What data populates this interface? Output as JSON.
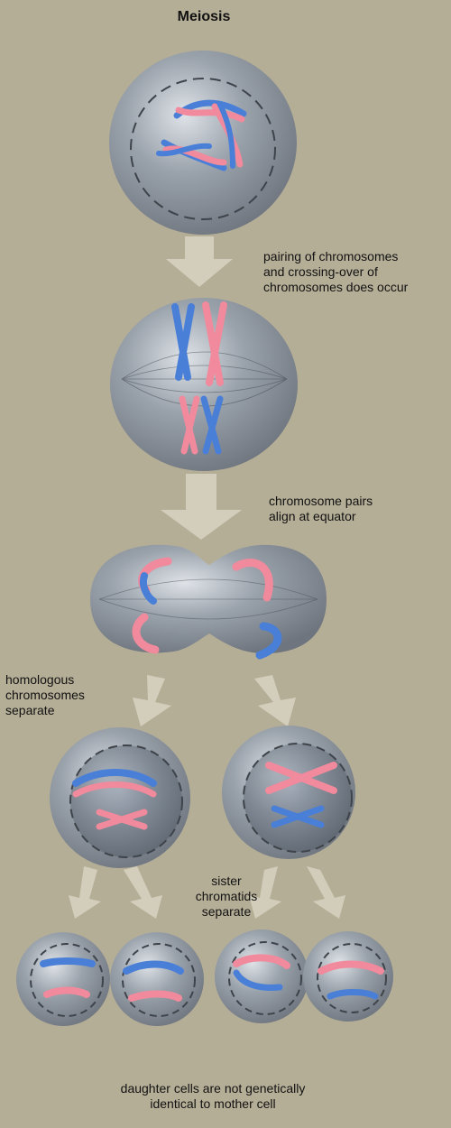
{
  "title": "Meiosis",
  "annotations": {
    "pairing": [
      "pairing of chromosomes",
      "and crossing-over of",
      "chromosomes does occur"
    ],
    "align": [
      "chromosome pairs",
      "align at equator"
    ],
    "homologous": [
      "homologous",
      "chromosomes",
      "separate"
    ],
    "sister": [
      "sister",
      "chromatids",
      "separate"
    ],
    "daughter": [
      "daughter cells are not genetically",
      "identical to mother cell"
    ]
  },
  "colors": {
    "background": "#b5ae97",
    "cell": "#8f969f",
    "chromosome_maternal": "#f08a9c",
    "chromosome_paternal": "#4a7fd8",
    "arrow": "#d8d3c2"
  }
}
